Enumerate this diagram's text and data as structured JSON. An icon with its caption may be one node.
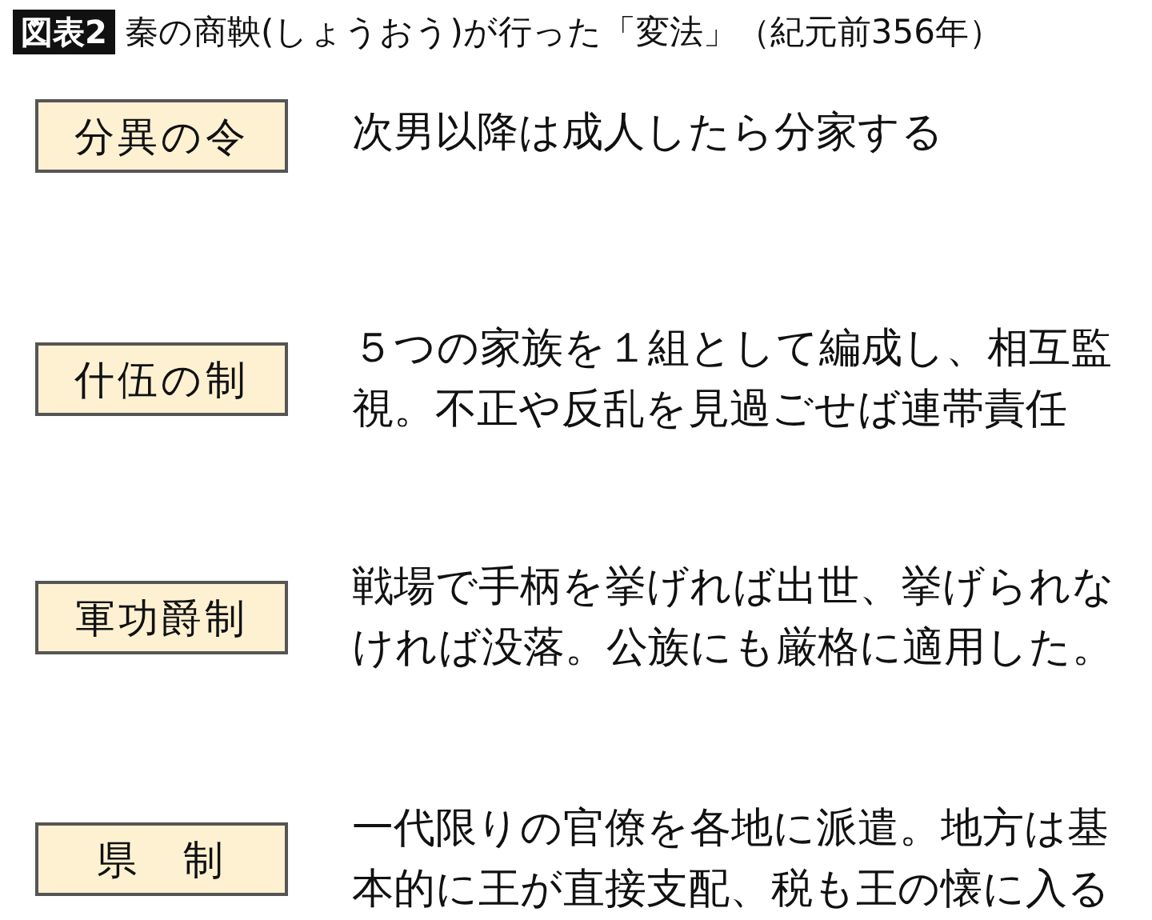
{
  "diagram": {
    "title": "秦の商鞅(しょうおう)が行った「変法」（紀元前356年）",
    "nodes": [
      {
        "text": [
          "分異の令"
        ],
        "beside": [
          "次男以降は成人したら分家する"
        ]
      },
      {
        "text": [
          "什伍の制"
        ],
        "beside": [
          "５つの家族を１組として編成し、相互監視。不正や反乱を見過ごせば連帯責任"
        ]
      },
      {
        "text": [
          "軍功爵制"
        ],
        "beside": [
          "戦場で手柄を挙げれば出世、挙げられなければ没落。公族にも厳格に適用した。"
        ]
      },
      {
        "text": [
          "県　制"
        ],
        "beside": [
          "一代限りの官僚を各地に派遣。地方は基本的に王が直接支配、税も王の懐に入る"
        ]
      }
    ],
    "labels": [
      "図表2"
    ]
  }
}
